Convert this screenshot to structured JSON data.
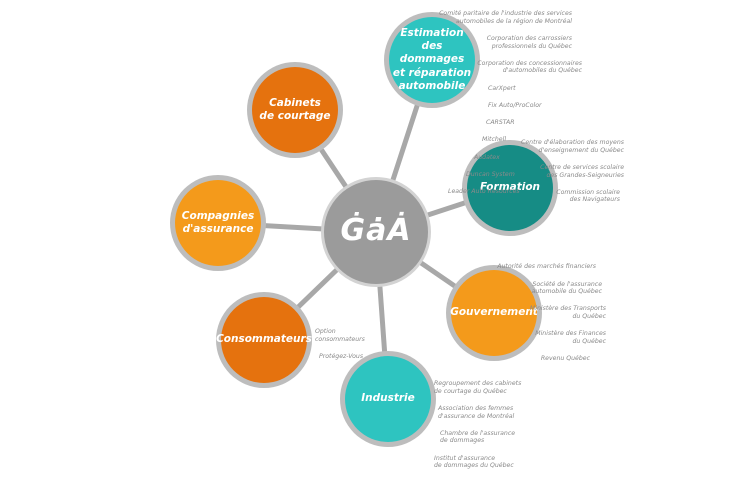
{
  "colors": {
    "ring": "#bdbdbd",
    "connector": "#a8a8a8",
    "hub": "#9b9b9b",
    "orange_dark": "#e5720e",
    "orange_light": "#f49a1b",
    "teal_light": "#2ec4c0",
    "teal_dark": "#168c85",
    "annotation_text": "#8a8a8a"
  },
  "hub": {
    "logo_text": "ĠȧȦ",
    "logo_icon": "gaa-logo-icon"
  },
  "nodes": [
    {
      "id": "estimation",
      "label": "Estimation\ndes dommages\net réparation\nautomobile",
      "color": "#2ec4c0"
    },
    {
      "id": "cabinets",
      "label": "Cabinets\nde courtage",
      "color": "#e5720e"
    },
    {
      "id": "compagnies",
      "label": "Compagnies\nd'assurance",
      "color": "#f49a1b"
    },
    {
      "id": "formation",
      "label": "Formation",
      "color": "#168c85"
    },
    {
      "id": "gouvernement",
      "label": "Gouvernement",
      "color": "#f49a1b"
    },
    {
      "id": "consommateurs",
      "label": "Consommateurs",
      "color": "#e5720e"
    },
    {
      "id": "industrie",
      "label": "Industrie",
      "color": "#2ec4c0"
    }
  ],
  "annotations": {
    "estimation": [
      "Comité paritaire de l'industrie des services\nautomobiles de la région de Montréal",
      "Corporation des carrossiers\nprofessionnels du Québec",
      "Corporation des concessionnaires\nd'automobiles du Québec",
      "CarXpert",
      "Fix Auto/ProColor",
      "CARSTAR",
      "Mitchell",
      "Audatex",
      "Duncan System",
      "Leader Auto Resources"
    ],
    "formation": [
      "Centre d'élaboration des moyens\nd'enseignement du Québec",
      "Centre de services scolaire\ndes Grandes-Seigneuries",
      "Commission scolaire\ndes Navigateurs"
    ],
    "gouvernement": [
      "Autorité des marchés financiers",
      "Société de l'assurance\nautomobile du Québec",
      "Ministère des Transports\ndu Québec",
      "Ministère des Finances\ndu Québec",
      "Revenu Québec"
    ],
    "consommateurs": [
      "Option\nconsommateurs",
      "Protégez-Vous"
    ],
    "industrie": [
      "Regroupement des cabinets\nde courtage du Québec",
      "Association des femmes\nd'assurance de Montréal",
      "Chambre de l'assurance\nde dommages",
      "Institut d'assurance\nde dommages du Québec"
    ]
  }
}
